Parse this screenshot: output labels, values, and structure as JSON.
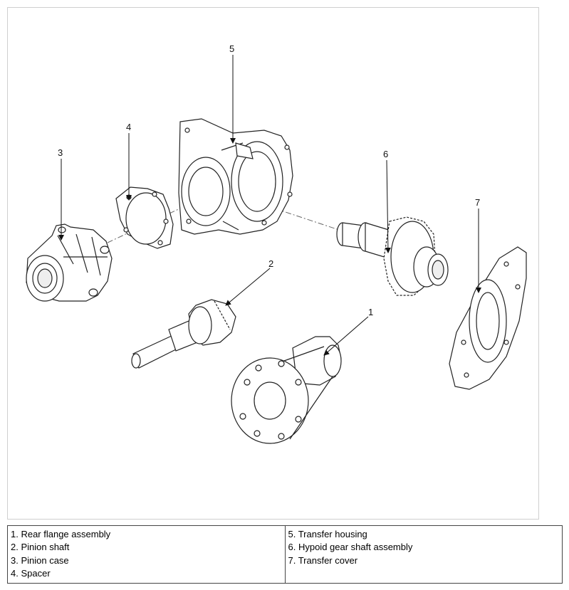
{
  "diagram": {
    "callouts": [
      "5",
      "4",
      "3",
      "6",
      "7",
      "2",
      "1"
    ]
  },
  "legend": {
    "left": [
      "1. Rear flange assembly",
      "2. Pinion shaft",
      "3. Pinion case",
      "4. Spacer"
    ],
    "right": [
      "5. Transfer housing",
      "6. Hypoid gear shaft assembly",
      "7. Transfer cover"
    ]
  }
}
